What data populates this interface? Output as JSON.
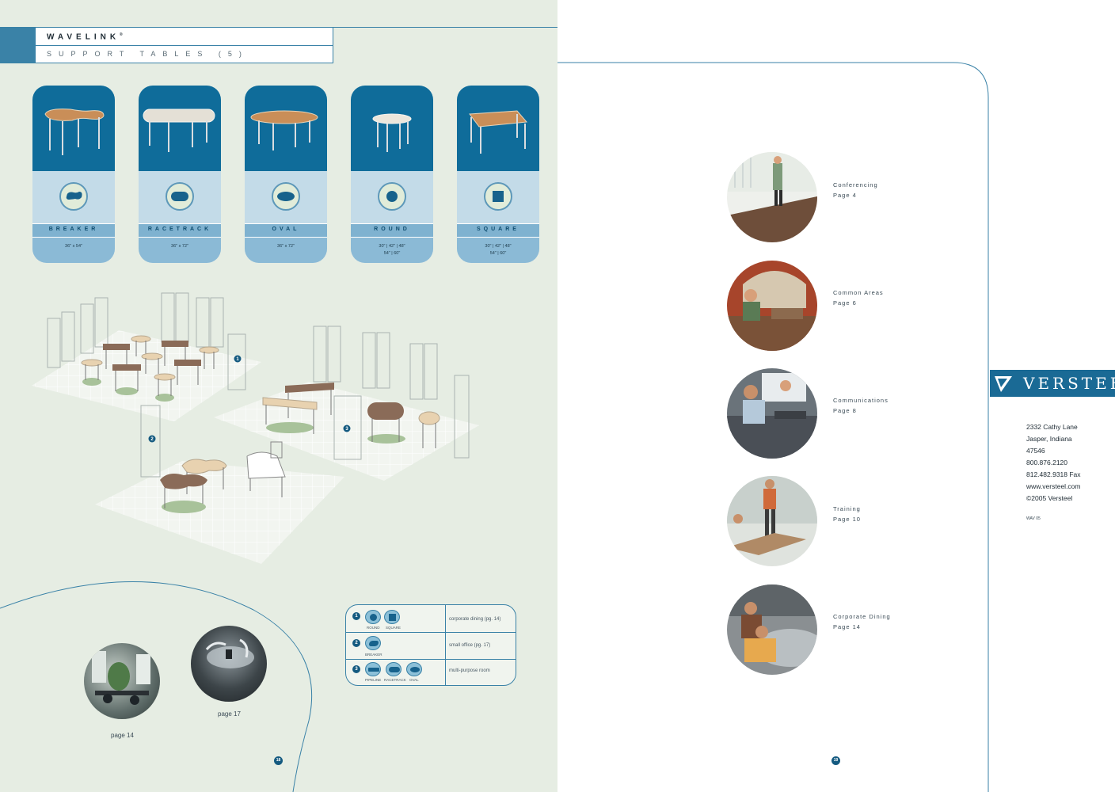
{
  "header": {
    "title": "WAVELINK",
    "title_mark": "®",
    "subtitle": "SUPPORT TABLES",
    "subtitle_count": "(5)"
  },
  "cards": [
    {
      "name": "BREAKER",
      "dims": "36\" x 54\""
    },
    {
      "name": "RACETRACK",
      "dims": "36\" x 72\""
    },
    {
      "name": "OVAL",
      "dims": "36\" x 72\""
    },
    {
      "name": "ROUND",
      "dims": "30\" | 42\" | 48\"",
      "dims2": "54\" | 60\""
    },
    {
      "name": "SQUARE",
      "dims": "30\" | 42\" | 48\"",
      "dims2": "54\" | 60\""
    }
  ],
  "plan_markers": [
    "1",
    "2",
    "3"
  ],
  "legend": {
    "rows": [
      {
        "num": "1",
        "icons": [
          "ROUND",
          "SQUARE"
        ],
        "desc": "corporate dining (pg. 14)"
      },
      {
        "num": "2",
        "icons": [
          "BREAKER"
        ],
        "desc": "small office (pg. 17)"
      },
      {
        "num": "3",
        "icons": [
          "PIPELINE",
          "RACETRACK",
          "OVAL"
        ],
        "desc": "multi-purpose room"
      }
    ]
  },
  "photos": [
    {
      "caption": "page 14"
    },
    {
      "caption": "page 17"
    }
  ],
  "page_numbers": {
    "left": "18",
    "right": "19"
  },
  "scenes": [
    {
      "title": "Conferencing",
      "page": "Page 4"
    },
    {
      "title": "Common Areas",
      "page": "Page 6"
    },
    {
      "title": "Communications",
      "page": "Page 8"
    },
    {
      "title": "Training",
      "page": "Page 10"
    },
    {
      "title": "Corporate Dining",
      "page": "Page 14"
    }
  ],
  "brand": {
    "name": "VERSTEEL",
    "address": [
      "2332 Cathy Lane",
      "Jasper, Indiana",
      "47546",
      "800.876.2120",
      "812.482.9318 Fax",
      "www.versteel.com",
      "©2005 Versteel"
    ],
    "code": "WAV 05"
  },
  "colors": {
    "accent": "#3a82a7",
    "navy": "#0f6c9a",
    "sage": "#e6ede3"
  }
}
